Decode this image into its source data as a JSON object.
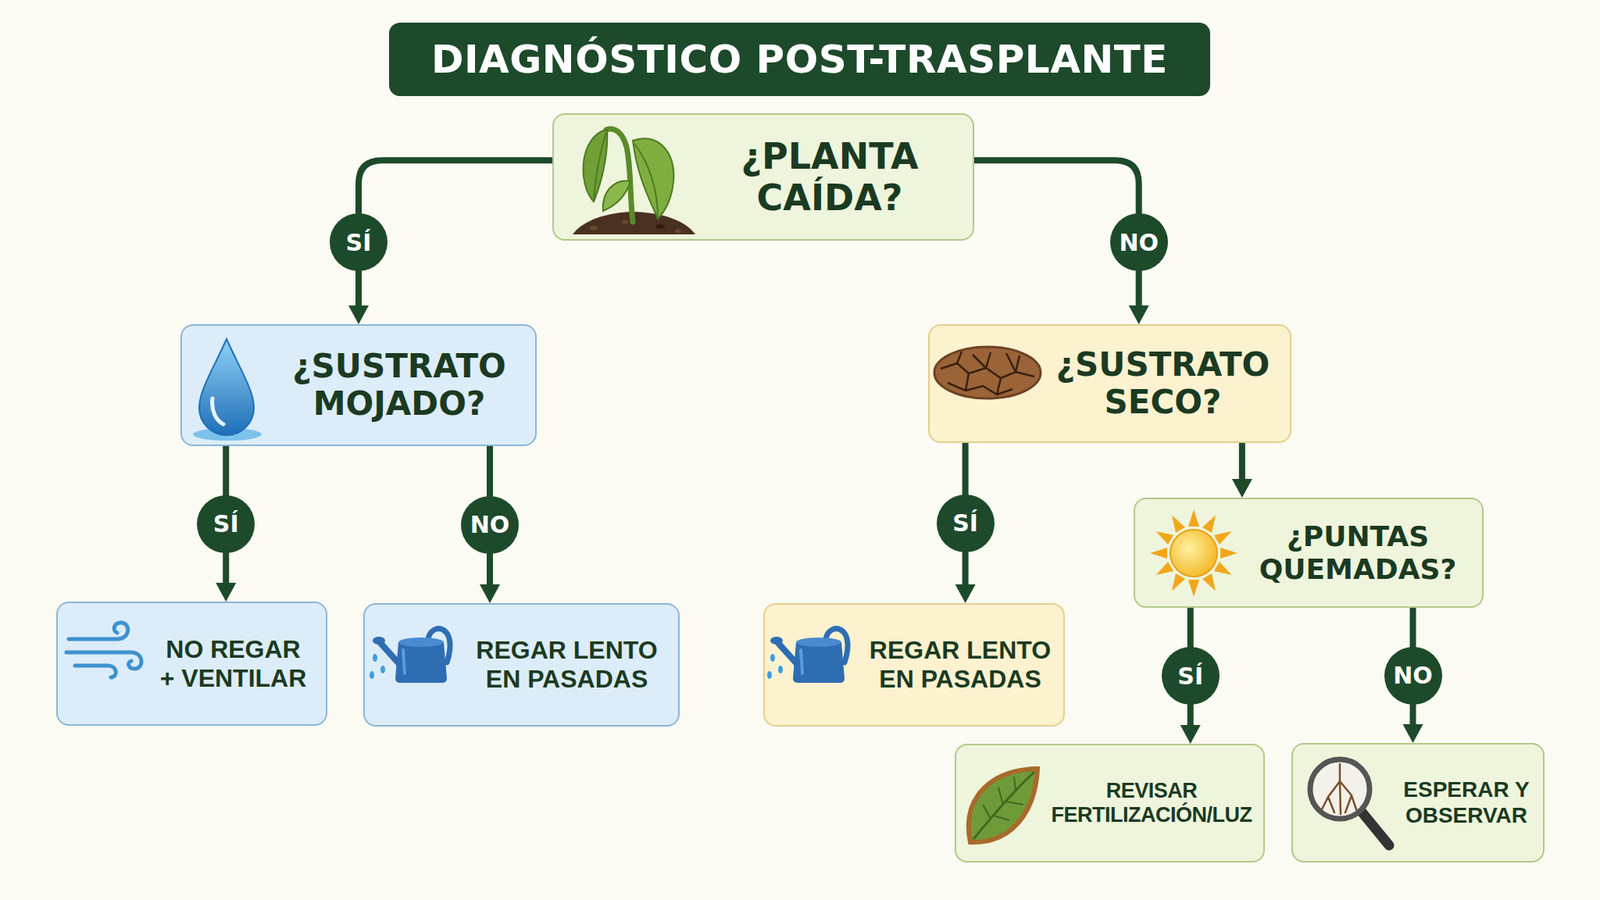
{
  "diagram": {
    "title": "DIAGNÓSTICO POST-TRASPLANTE",
    "nodes": [
      {
        "text": [
          "¿PLANTA CAÍDA?"
        ]
      },
      {
        "text": [
          "¿SUSTRATO MOJADO?"
        ]
      },
      {
        "text": [
          "¿SUSTRATO SECO?"
        ]
      },
      {
        "text": [
          "NO REGAR + VENTILAR"
        ]
      },
      {
        "text": [
          "REGAR LENTO EN PASADAS"
        ]
      },
      {
        "text": [
          "REGAR LENTO EN PASADAS"
        ]
      },
      {
        "text": [
          "¿PUNTAS QUEMADAS?"
        ]
      },
      {
        "text": [
          "REVISAR FERTILIZACIÓN/LUZ"
        ]
      },
      {
        "text": [
          "ESPERAR Y OBSERVAR"
        ]
      }
    ],
    "edges": [
      {
        "from": 0,
        "to": 1,
        "arrow": "to",
        "label": "SÍ"
      },
      {
        "from": 0,
        "to": 2,
        "arrow": "to",
        "label": "NO"
      },
      {
        "from": 1,
        "to": 3,
        "arrow": "to",
        "label": "SÍ"
      },
      {
        "from": 1,
        "to": 4,
        "arrow": "to",
        "label": "NO"
      },
      {
        "from": 2,
        "to": 5,
        "arrow": "to",
        "label": "SÍ"
      },
      {
        "from": 2,
        "to": 6,
        "arrow": "to"
      },
      {
        "from": 6,
        "to": 7,
        "arrow": "to",
        "label": "SÍ"
      },
      {
        "from": 6,
        "to": 8,
        "arrow": "to",
        "label": "NO"
      }
    ]
  }
}
